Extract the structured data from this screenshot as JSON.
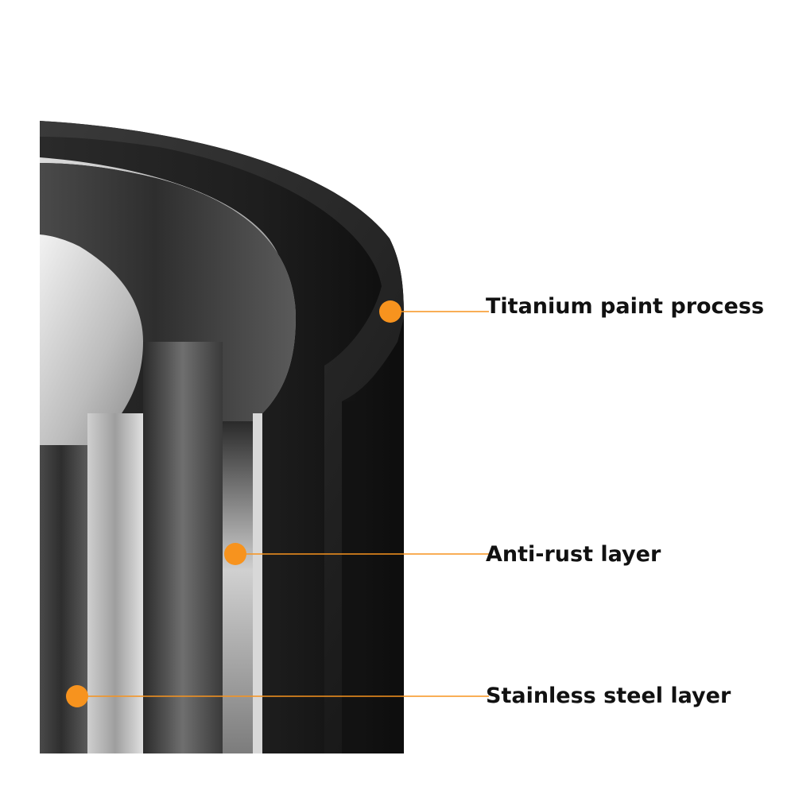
{
  "callouts": [
    {
      "label": "Titanium paint process"
    },
    {
      "label": "Anti-rust layer"
    },
    {
      "label": "Stainless steel layer"
    }
  ],
  "colors": {
    "background": "#ffffff",
    "marker": "#F7931E",
    "leader_line": "#F7931E",
    "outer_coating": "#1b1b1b",
    "steel_light": "#d9d9d9",
    "steel_mid": "#9a9a9a",
    "steel_dark": "#3a3a3a"
  }
}
